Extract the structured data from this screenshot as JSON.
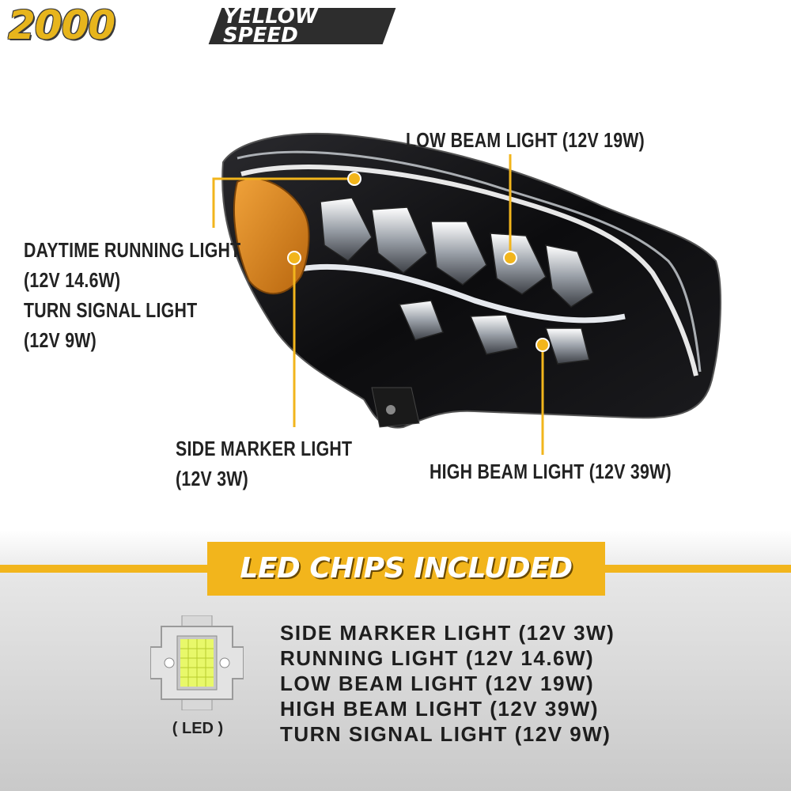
{
  "logo": {
    "number": "2000",
    "word_top": "YELLOW",
    "word_bottom": "SPEED"
  },
  "callouts": {
    "low_beam": "LOW BEAM LIGHT (12V 19W)",
    "drl_line1": "DAYTIME RUNNING LIGHT",
    "drl_line2": "(12V 14.6W)",
    "turn_line1": "TURN SIGNAL LIGHT",
    "turn_line2": "(12V 9W)",
    "side_line1": "SIDE MARKER LIGHT",
    "side_line2": "(12V 3W)",
    "high_beam": "HIGH BEAM LIGHT (12V 39W)"
  },
  "banner": {
    "title": "LED CHIPS INCLUDED"
  },
  "chip": {
    "caption": "( LED )"
  },
  "specs": [
    "SIDE MARKER LIGHT (12V 3W)",
    "RUNNING LIGHT (12V 14.6W)",
    "LOW BEAM LIGHT (12V 19W)",
    "HIGH BEAM LIGHT (12V 39W)",
    "TURN SIGNAL LIGHT (12V 9W)"
  ],
  "colors": {
    "accent": "#f2b51c",
    "text": "#222222",
    "amber_lens": "#d98a1a"
  }
}
